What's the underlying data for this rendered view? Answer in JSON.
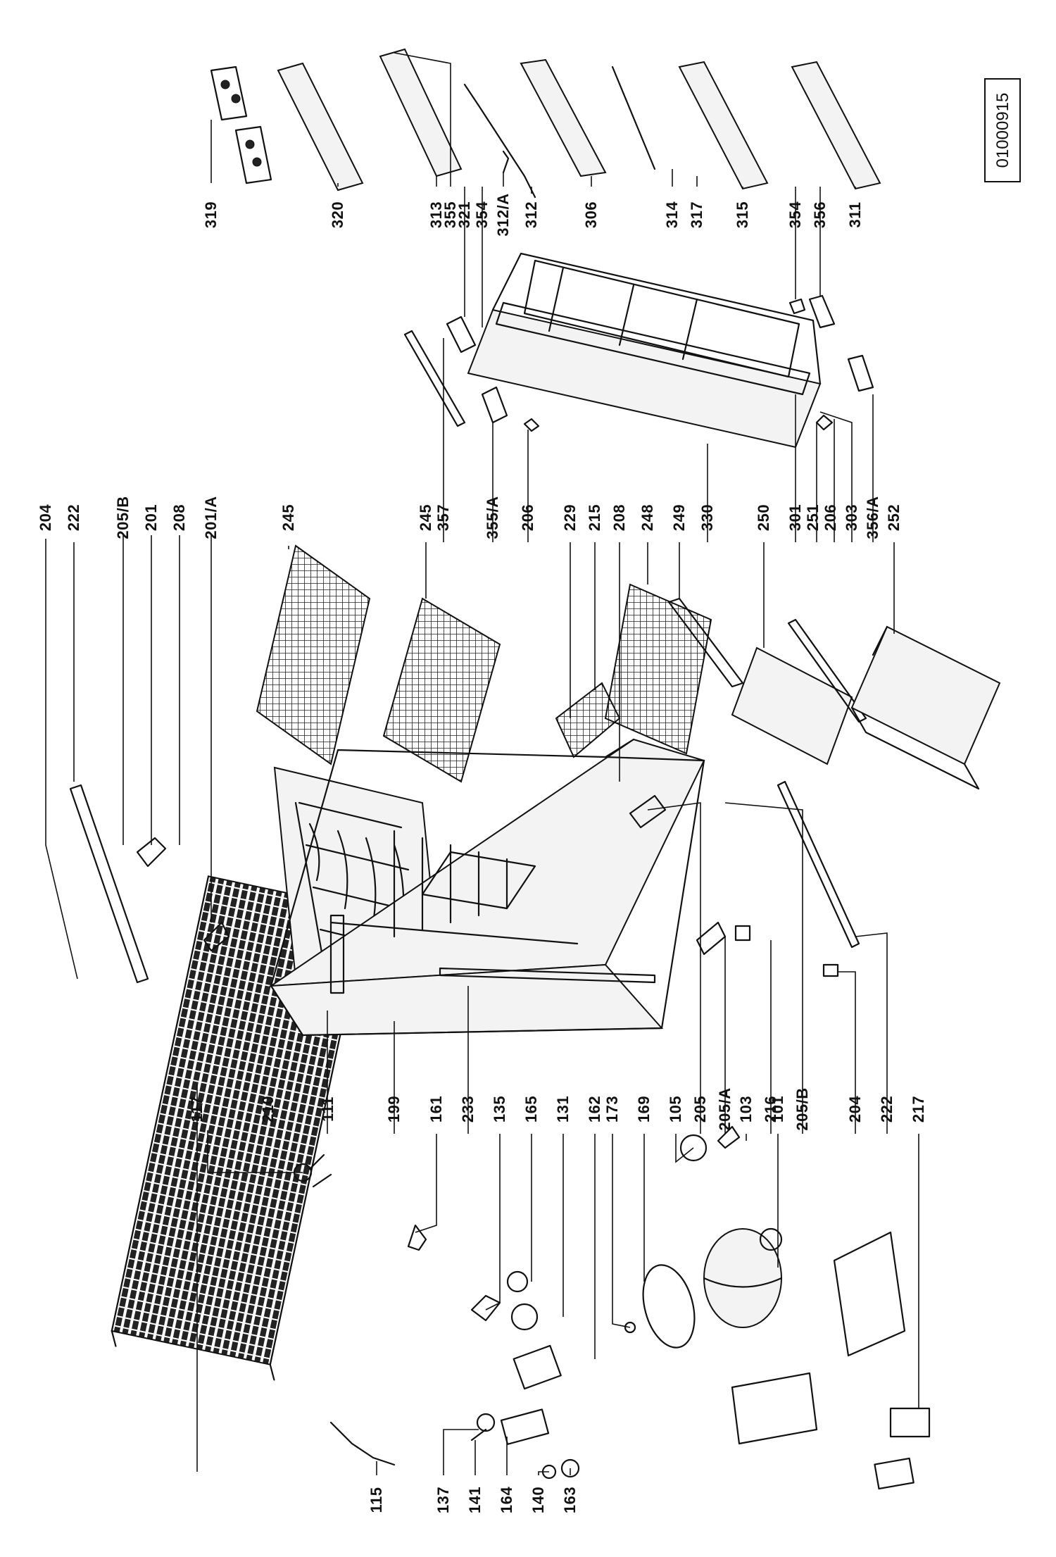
{
  "document_number": "01000915",
  "labels": {
    "l117": "117",
    "l210": "210",
    "l111": "111",
    "l199": "199",
    "l161": "161",
    "l233": "233",
    "l135": "135",
    "l165": "165",
    "l131": "131",
    "l162": "162",
    "l173": "173",
    "l169": "169",
    "l105": "105",
    "l205a": "205",
    "l205A": "205/A",
    "l103": "103",
    "l216": "216",
    "l101": "101",
    "l205Bb": "205/B",
    "l204b": "204",
    "l222b": "222",
    "l217": "217",
    "l115": "115",
    "l137": "137",
    "l141": "141",
    "l164": "164",
    "l140": "140",
    "l163": "163",
    "l204": "204",
    "l222": "222",
    "l205B": "205/B",
    "l201": "201",
    "l208": "208",
    "l201A": "201/A",
    "l245a": "245",
    "l245b": "245",
    "l357": "357",
    "l355A": "355/A",
    "l206": "206",
    "l229": "229",
    "l215": "215",
    "l208b": "208",
    "l248": "248",
    "l249": "249",
    "l330": "330",
    "l250": "250",
    "l301": "301",
    "l251": "251",
    "l206b": "206",
    "l303": "303",
    "l356A": "356/A",
    "l252": "252",
    "l319": "319",
    "l320": "320",
    "l313": "313",
    "l355": "355",
    "l321": "321",
    "l354": "354",
    "l312A": "312/A",
    "l312": "312",
    "l306": "306",
    "l314": "314",
    "l317": "317",
    "l315": "315",
    "l354b": "354",
    "l356": "356",
    "l311": "311"
  }
}
